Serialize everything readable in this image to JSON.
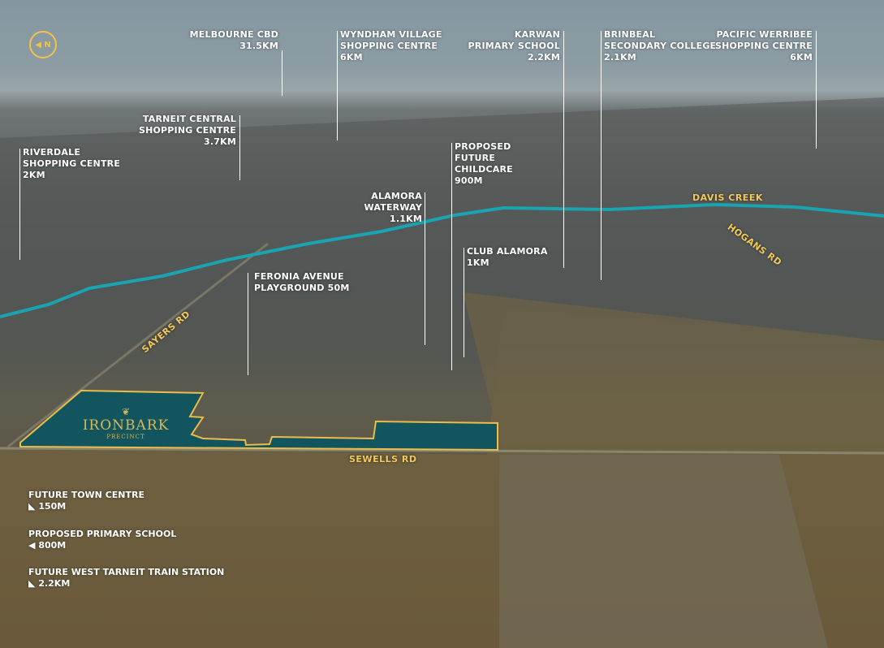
{
  "compass": {
    "label": "N",
    "icon": "north-arrow-icon"
  },
  "labels": {
    "melbourne": [
      "MELBOURNE CBD",
      "31.5KM"
    ],
    "wyndham": [
      "WYNDHAM VILLAGE",
      "SHOPPING CENTRE",
      "6KM"
    ],
    "karwan": [
      "KARWAN",
      "PRIMARY SCHOOL",
      "2.2KM"
    ],
    "brinbeal": [
      "BRINBEAL",
      "SECONDARY COLLEGE",
      "2.1KM"
    ],
    "pacific": [
      "PACIFIC WERRIBEE",
      "SHOPPING CENTRE",
      "6KM"
    ],
    "tarneit": [
      "TARNEIT CENTRAL",
      "SHOPPING CENTRE",
      "3.7KM"
    ],
    "riverdale": [
      "RIVERDALE",
      "SHOPPING CENTRE",
      "2KM"
    ],
    "childcare": [
      "PROPOSED",
      "FUTURE",
      "CHILDCARE",
      "900M"
    ],
    "waterway": [
      "ALAMORA",
      "WATERWAY",
      "1.1KM"
    ],
    "club": [
      "CLUB ALAMORA",
      "1KM"
    ],
    "feronia": [
      "FERONIA AVENUE",
      "PLAYGROUND 50M"
    ]
  },
  "roads": {
    "davis": "DAVIS CREEK",
    "hogans": "HOGANS RD",
    "sayers": "SAYERS RD",
    "sewells": "SEWELLS RD"
  },
  "brand": {
    "name": "IRONBARK",
    "sub": "PRECINCT"
  },
  "legend": [
    {
      "title": "FUTURE TOWN CENTRE",
      "dist": "150M",
      "arrow": "◣"
    },
    {
      "title": "PROPOSED PRIMARY SCHOOL",
      "dist": "800M",
      "arrow": "◀"
    },
    {
      "title": "FUTURE WEST TARNEIT TRAIN STATION",
      "dist": "2.2KM",
      "arrow": "◣"
    }
  ],
  "colors": {
    "precinct": "#0e5560",
    "outline": "#f2c24a",
    "creek": "#1aa3b0",
    "road_label": "#f2c85b"
  }
}
